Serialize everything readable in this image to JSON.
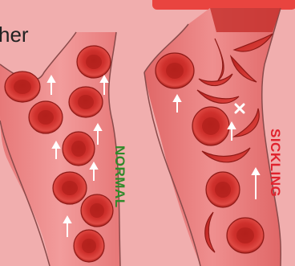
{
  "heading_fragment": "her",
  "labels": {
    "normal": "NORMAL",
    "sickling": "SICKLING"
  },
  "colors": {
    "background": "#f1aeae",
    "vessel": "#ef8d8d",
    "vessel_wall": "#8a4a4a",
    "cell": "#d63a36",
    "cell_center": "#b9231f",
    "banner": "#e9443f",
    "normal_label": "#2f8a2a",
    "sickling_label": "#e0222d",
    "arrow": "#ffffff"
  },
  "icons": [
    "arrow-up-icon",
    "cross-icon"
  ]
}
